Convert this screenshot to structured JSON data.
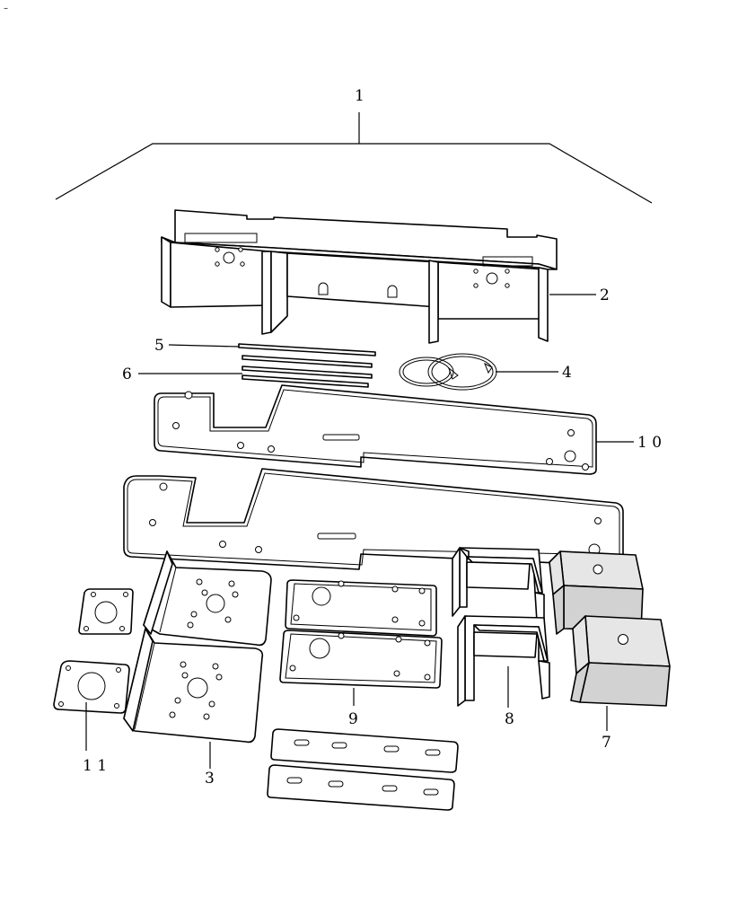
{
  "corner_mark": "–",
  "callouts": [
    {
      "id": "1",
      "label": "1"
    },
    {
      "id": "2",
      "label": "2"
    },
    {
      "id": "3",
      "label": "3"
    },
    {
      "id": "4",
      "label": "4"
    },
    {
      "id": "5",
      "label": "5"
    },
    {
      "id": "6",
      "label": "6"
    },
    {
      "id": "7",
      "label": "7"
    },
    {
      "id": "8",
      "label": "8"
    },
    {
      "id": "9",
      "label": "9"
    },
    {
      "id": "10",
      "label": "1 0"
    },
    {
      "id": "11",
      "label": "1 1"
    }
  ]
}
